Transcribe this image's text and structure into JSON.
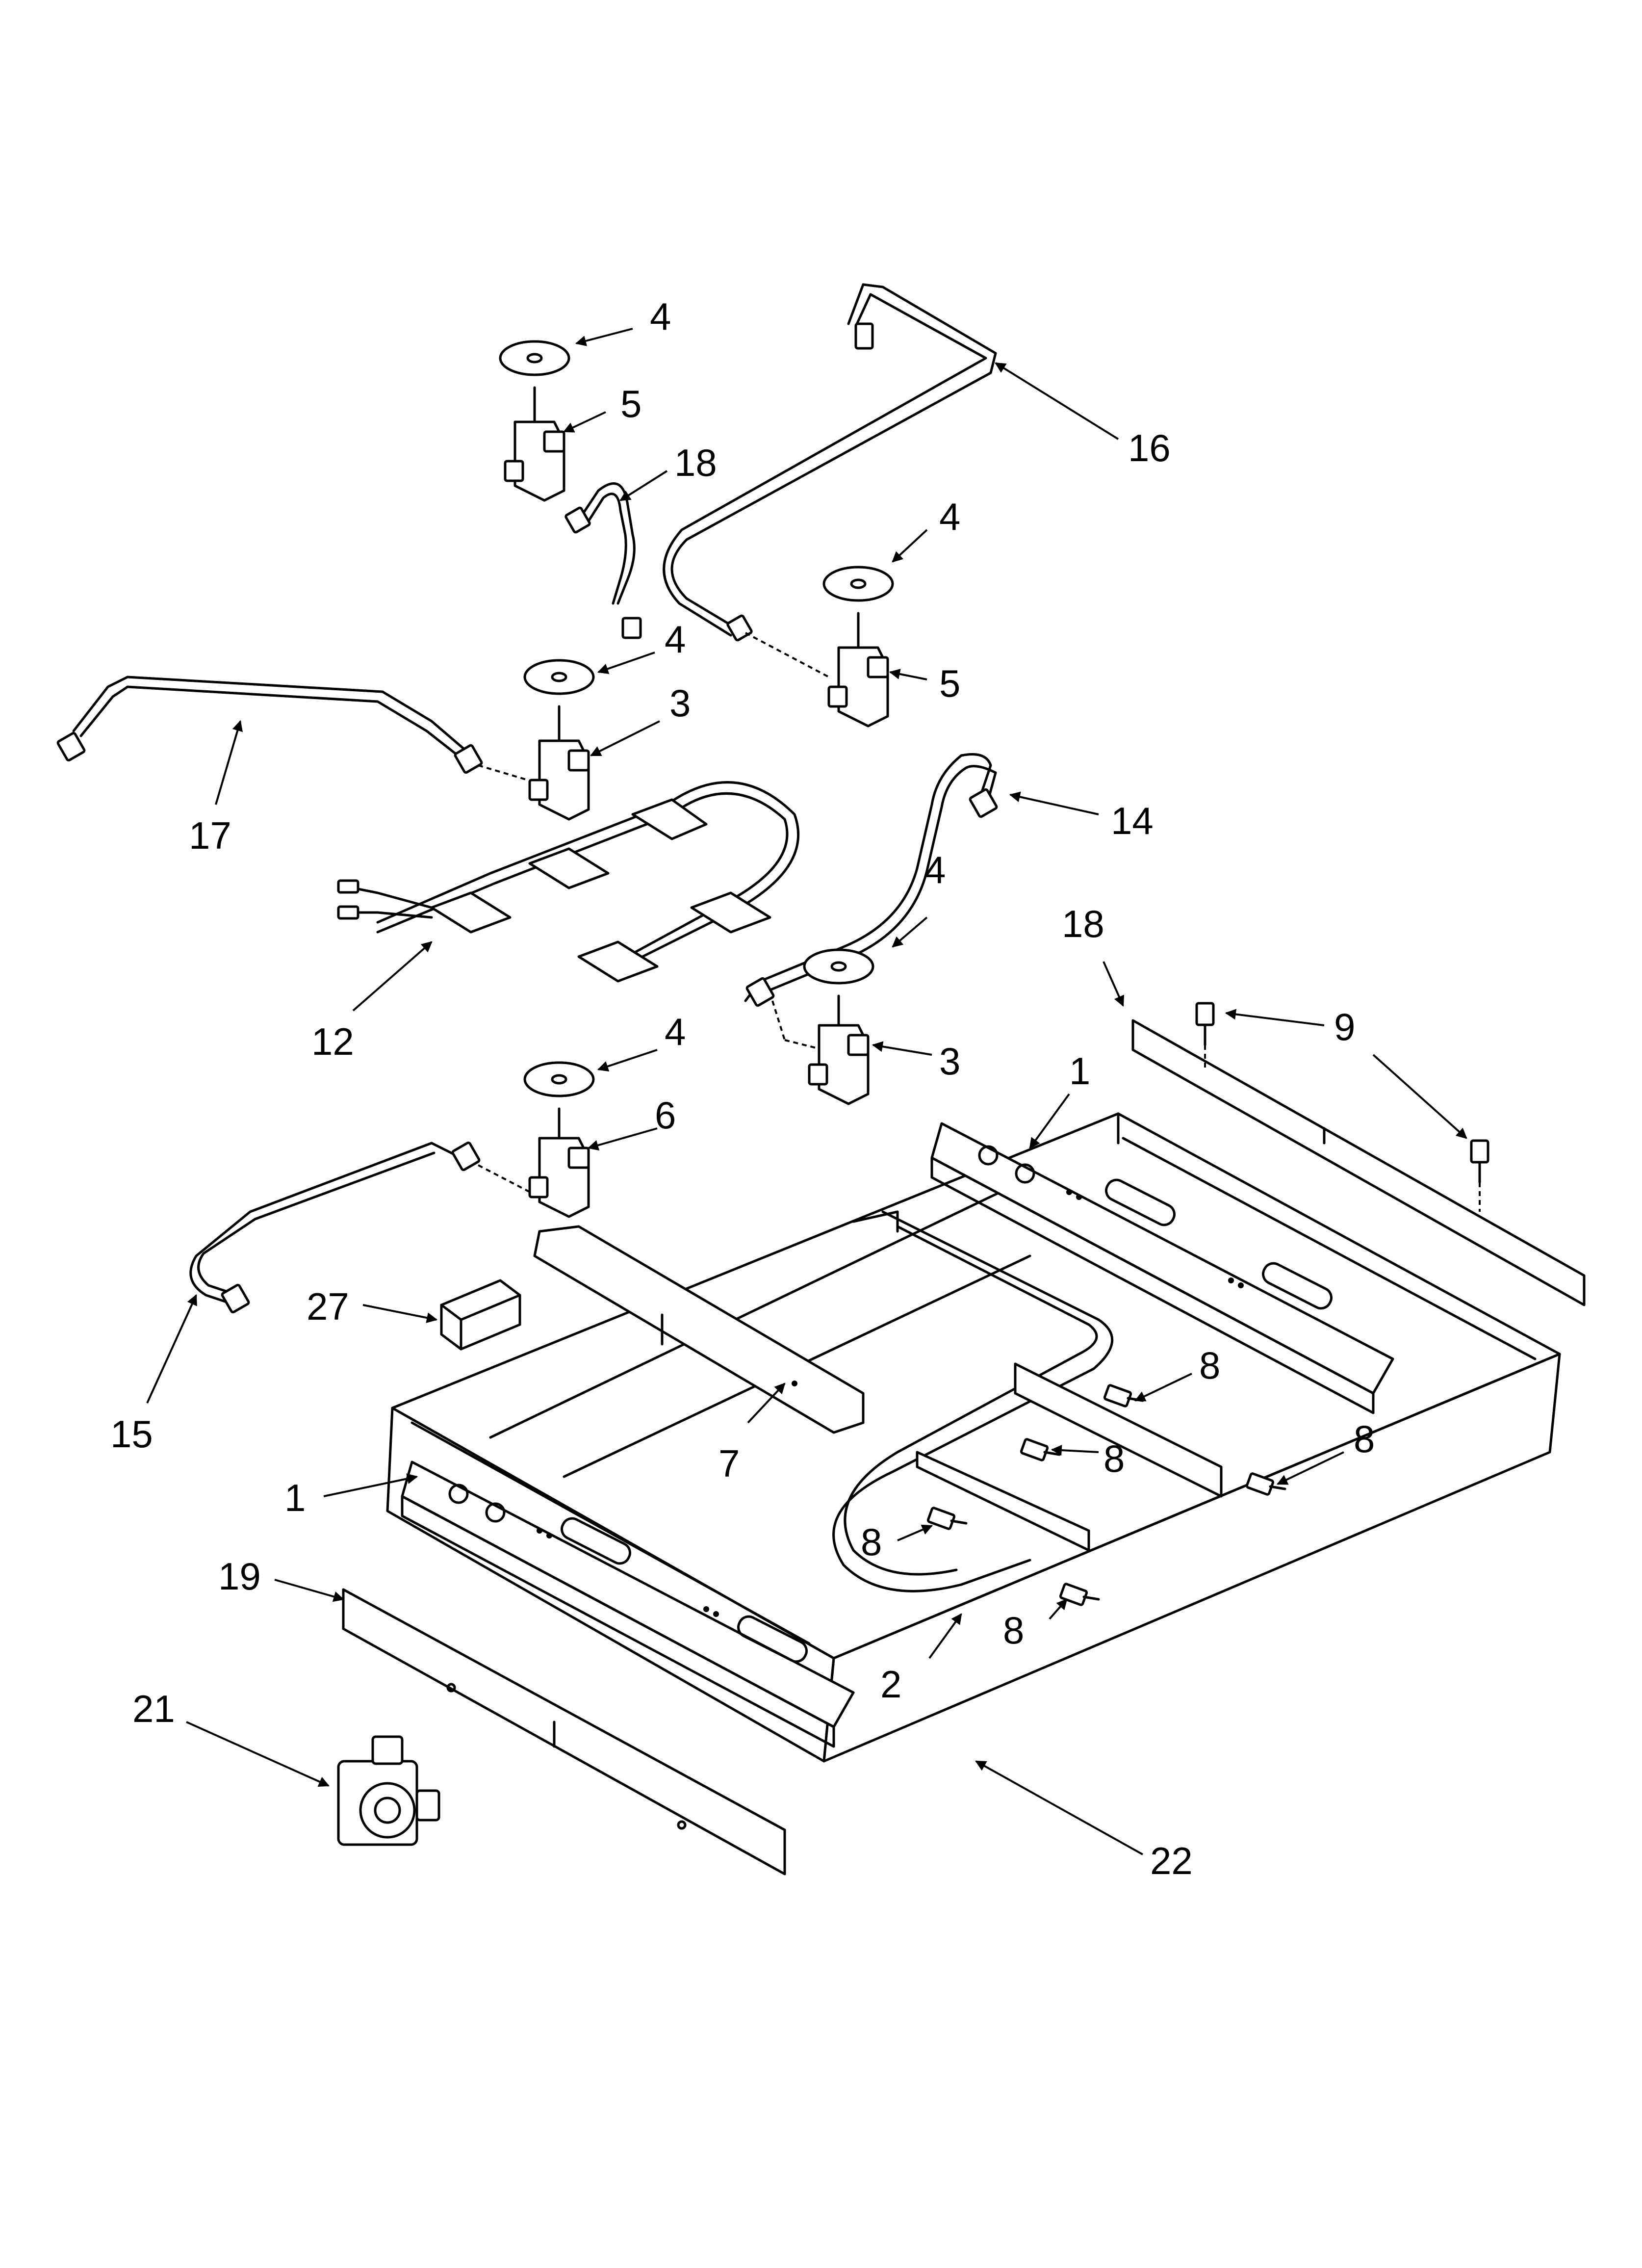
{
  "diagram": {
    "callouts": {
      "c4a": "4",
      "c5a": "5",
      "c18a": "18",
      "c16": "16",
      "c4b": "4",
      "c5b": "5",
      "c4c": "4",
      "c3a": "3",
      "c17": "17",
      "c14": "14",
      "c4d": "4",
      "c3b": "3",
      "c12": "12",
      "c18b": "18",
      "c9": "9",
      "c1a": "1",
      "c4e": "4",
      "c6": "6",
      "c27": "27",
      "c8a": "8",
      "c8b": "8",
      "c8c": "8",
      "c15": "15",
      "c7": "7",
      "c1b": "1",
      "c8d": "8",
      "c19": "19",
      "c8e": "8",
      "c2": "2",
      "c21": "21",
      "c22": "22"
    }
  }
}
